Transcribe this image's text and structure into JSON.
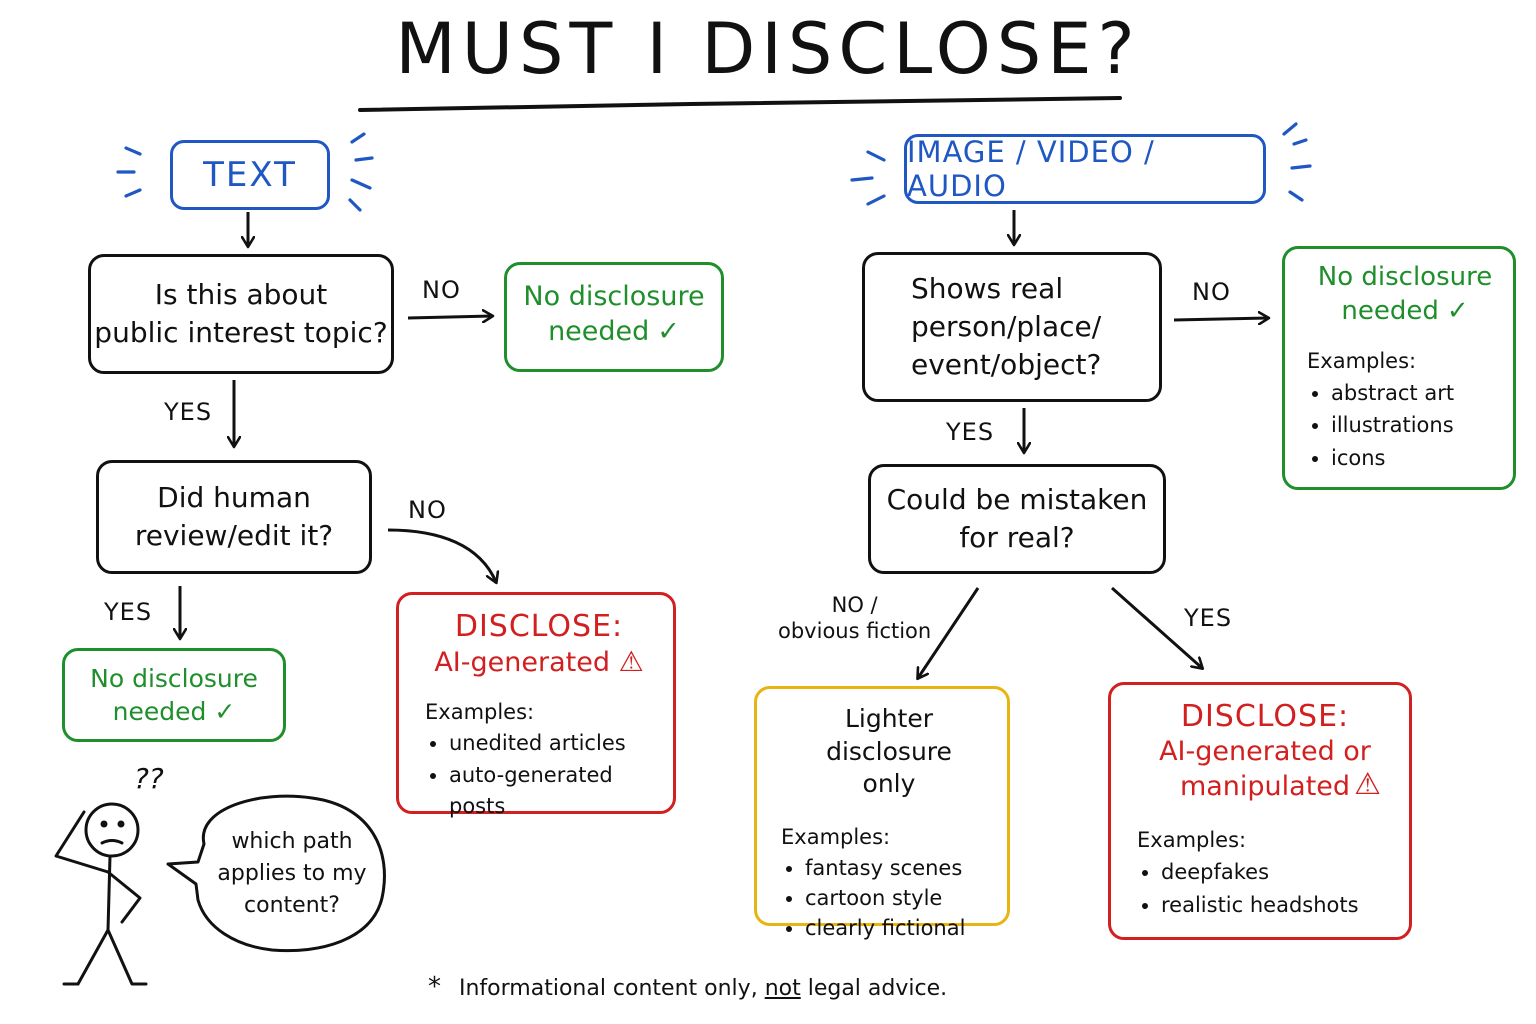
{
  "title": "MUST I DISCLOSE?",
  "text_branch": {
    "category": "TEXT",
    "q1": "Is this about\npublic interest topic?",
    "q1_no": "NO",
    "q1_yes": "YES",
    "q1_no_result": "No disclosure\nneeded",
    "q2": "Did human\nreview/edit it?",
    "q2_no": "NO",
    "q2_yes": "YES",
    "q2_yes_result": "No disclosure\nneeded",
    "disclose_head": "DISCLOSE:",
    "disclose_sub": "AI-generated",
    "examples_label": "Examples:",
    "examples": [
      "unedited articles",
      "auto-generated posts"
    ]
  },
  "media_branch": {
    "category": "IMAGE / VIDEO / AUDIO",
    "q1": "Shows real\nperson/place/\nevent/object?",
    "q1_no": "NO",
    "q1_yes": "YES",
    "no_result": "No disclosure\nneeded",
    "no_examples_label": "Examples:",
    "no_examples": [
      "abstract art",
      "illustrations",
      "icons"
    ],
    "q2": "Could be mistaken\nfor real?",
    "q2_no": "NO /\nobvious fiction",
    "q2_yes": "YES",
    "lighter_title": "Lighter disclosure\nonly",
    "lighter_examples_label": "Examples:",
    "lighter_examples": [
      "fantasy scenes",
      "cartoon style",
      "clearly fictional"
    ],
    "disclose_head": "DISCLOSE:",
    "disclose_sub": "AI-generated or\nmanipulated",
    "disclose_examples_label": "Examples:",
    "disclose_examples": [
      "deepfakes",
      "realistic headshots"
    ]
  },
  "figure": {
    "question_marks": "??",
    "bubble": "which path\napplies to my\ncontent?"
  },
  "footer": {
    "star": "*",
    "pre": "Informational content only, ",
    "emph": "not",
    "post": " legal advice."
  },
  "icons": {
    "check": "check-icon",
    "warning": "warning-icon"
  },
  "colors": {
    "blue": "#1f57c3",
    "green": "#1f8f2c",
    "red": "#d21f1f",
    "yellow": "#e8b412"
  }
}
